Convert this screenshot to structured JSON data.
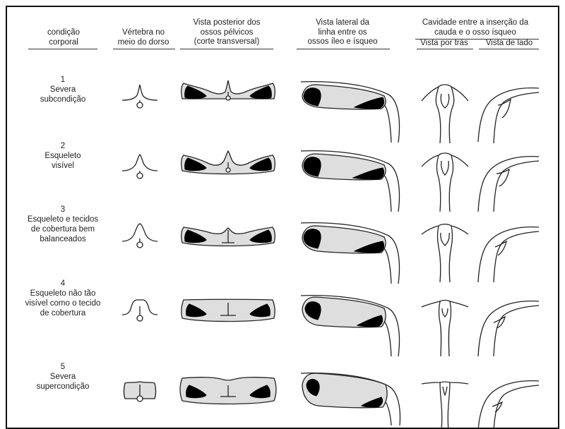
{
  "headers": {
    "condition": [
      "condição",
      "corporal"
    ],
    "vertebra": [
      "Vértebra no",
      "meio do dorso"
    ],
    "posterior": [
      "Vista posterior dos",
      "ossos pélvicos",
      "(corte transversal)"
    ],
    "lateral": [
      "Vista lateral da",
      "linha entre os",
      "ossos íleo e ísqueo"
    ],
    "cavity": [
      "Cavidade entre a inserção da",
      "cauda e o osso ísqueo"
    ],
    "rear_view": "Vista por trás",
    "side_view": "Vista de lado"
  },
  "rows": [
    {
      "score": "1",
      "desc": [
        "Severa",
        "subcondição"
      ]
    },
    {
      "score": "2",
      "desc": [
        "Esqueleto",
        "visível"
      ]
    },
    {
      "score": "3",
      "desc": [
        "Esqueleto e tecidos",
        "de cobertura bem",
        "balanceados"
      ]
    },
    {
      "score": "4",
      "desc": [
        "Esqueleto não tão",
        "visível como o tecido",
        "de cobertura"
      ]
    },
    {
      "score": "5",
      "desc": [
        "Severa",
        "supercondição"
      ]
    }
  ]
}
